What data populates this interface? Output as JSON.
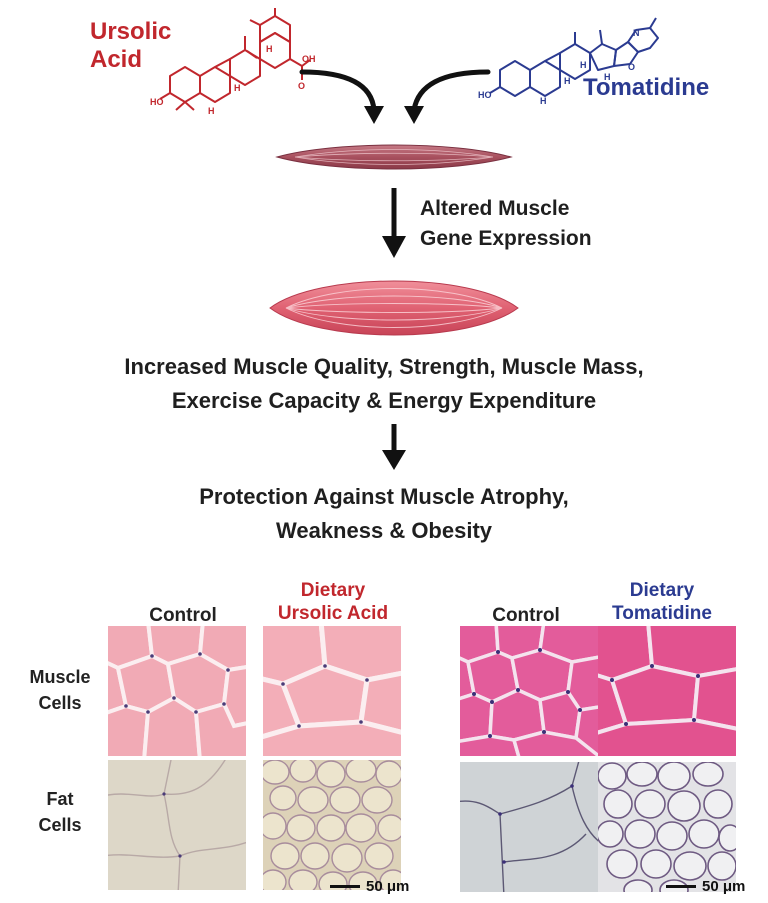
{
  "compounds": {
    "ursolic": {
      "title_lines": [
        "Ursolic",
        "Acid"
      ],
      "color": "#c1272d"
    },
    "tomatidine": {
      "title": "Tomatidine",
      "color": "#2b3b91"
    }
  },
  "structure_labels": {
    "ursolic": {
      "hydroxyl": "HO",
      "acid": "OH",
      "hydrogen": "H",
      "carbonyl_oxygen": "O"
    },
    "tomatidine": {
      "hydroxyl": "HO",
      "hydrogen": "H",
      "nitrogen": "N",
      "oxygen": "O"
    }
  },
  "pathway": {
    "step_text_lines": [
      "Altered Muscle",
      "Gene Expression"
    ],
    "outcome1_lines": [
      "Increased Muscle Quality, Strength, Muscle Mass,",
      "Exercise Capacity & Energy Expenditure"
    ],
    "outcome2_lines": [
      "Protection Against Muscle Atrophy,",
      "Weakness & Obesity"
    ]
  },
  "histology": {
    "left": {
      "control_label": "Control",
      "treatment_label_lines": [
        "Dietary",
        "Ursolic Acid"
      ],
      "treatment_color": "#c1272d",
      "scale_label": "50 μm"
    },
    "right": {
      "control_label": "Control",
      "treatment_label_lines": [
        "Dietary",
        "Tomatidine"
      ],
      "treatment_color": "#2b3b91",
      "scale_label": "50 μm"
    },
    "row_labels": {
      "muscle_lines": [
        "Muscle",
        "Cells"
      ],
      "fat_lines": [
        "Fat",
        "Cells"
      ]
    }
  },
  "colors": {
    "muscle_dark": "#a8505e",
    "muscle_light": "#e8707e",
    "muscle_stain_left": "#f2b4bd",
    "muscle_stain_right": "#e55a9a",
    "fat_bg_left": "#ddd7c8",
    "fat_bg_right": "#cfd3d6"
  }
}
